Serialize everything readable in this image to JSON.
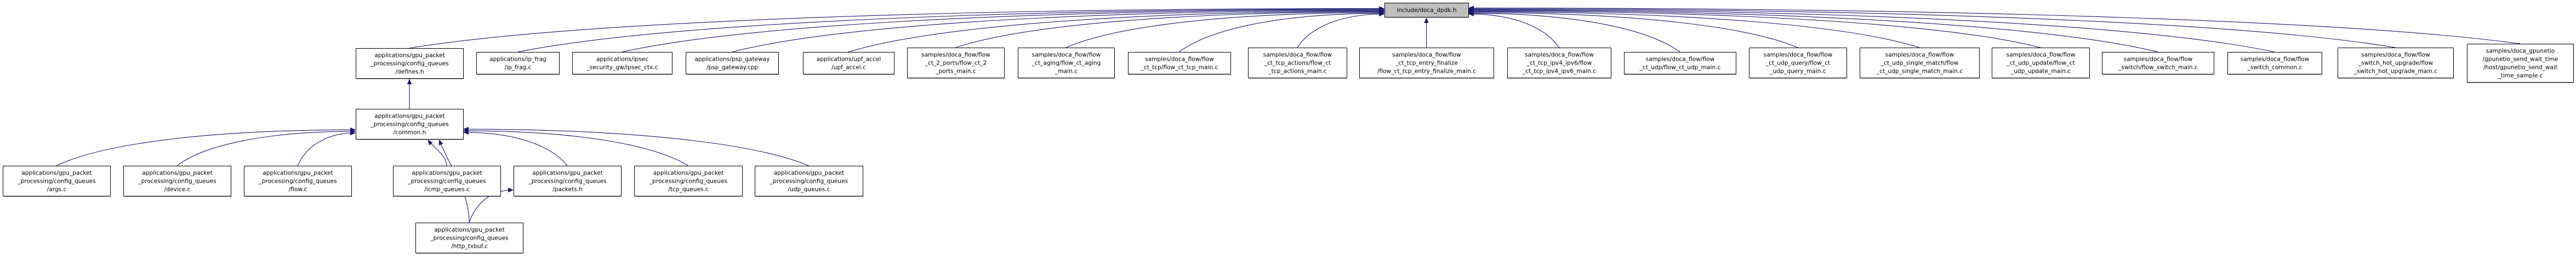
{
  "graph": {
    "edge_color": "#191970",
    "main_fill": "#bfbfbf",
    "nodes": [
      {
        "id": "main",
        "lines": [
          "include/doca_dpdk.h"
        ],
        "main": true
      },
      {
        "id": "defines",
        "lines": [
          "applications/gpu_packet",
          "_processing/config_queues",
          "/defines.h"
        ]
      },
      {
        "id": "ip_frag",
        "lines": [
          "applications/ip_frag",
          "/ip_frag.c"
        ]
      },
      {
        "id": "ipsec",
        "lines": [
          "applications/ipsec",
          "_security_gw/ipsec_ctx.c"
        ]
      },
      {
        "id": "psp",
        "lines": [
          "applications/psp_gateway",
          "/psp_gateway.cpp"
        ]
      },
      {
        "id": "upf",
        "lines": [
          "applications/upf_accel",
          "/upf_accel.c"
        ]
      },
      {
        "id": "ct_2_ports",
        "lines": [
          "samples/doca_flow/flow",
          "_ct_2_ports/flow_ct_2",
          "_ports_main.c"
        ]
      },
      {
        "id": "ct_aging",
        "lines": [
          "samples/doca_flow/flow",
          "_ct_aging/flow_ct_aging",
          "_main.c"
        ]
      },
      {
        "id": "ct_tcp",
        "lines": [
          "samples/doca_flow/flow",
          "_ct_tcp/flow_ct_tcp_main.c"
        ]
      },
      {
        "id": "tcp_actions",
        "lines": [
          "samples/doca_flow/flow",
          "_ct_tcp_actions/flow_ct",
          "_tcp_actions_main.c"
        ]
      },
      {
        "id": "entry_finalize",
        "lines": [
          "samples/doca_flow/flow",
          "_ct_tcp_entry_finalize",
          "/flow_ct_tcp_entry_finalize_main.c"
        ]
      },
      {
        "id": "ipv4_ipv6",
        "lines": [
          "samples/doca_flow/flow",
          "_ct_tcp_ipv4_ipv6/flow",
          "_ct_tcp_ipv4_ipv6_main.c"
        ]
      },
      {
        "id": "ct_udp",
        "lines": [
          "samples/doca_flow/flow",
          "_ct_udp/flow_ct_udp_main.c"
        ]
      },
      {
        "id": "udp_query",
        "lines": [
          "samples/doca_flow/flow",
          "_ct_udp_query/flow_ct",
          "_udp_query_main.c"
        ]
      },
      {
        "id": "single_match",
        "lines": [
          "samples/doca_flow/flow",
          "_ct_udp_single_match/flow",
          "_ct_udp_single_match_main.c"
        ]
      },
      {
        "id": "udp_update",
        "lines": [
          "samples/doca_flow/flow",
          "_ct_udp_update/flow_ct",
          "_udp_update_main.c"
        ]
      },
      {
        "id": "switch_main",
        "lines": [
          "samples/doca_flow/flow",
          "_switch/flow_switch_main.c"
        ]
      },
      {
        "id": "switch_common",
        "lines": [
          "samples/doca_flow/flow",
          "_switch_common.c"
        ]
      },
      {
        "id": "hot_upgrade",
        "lines": [
          "samples/doca_flow/flow",
          "_switch_hot_upgrade/flow",
          "_switch_hot_upgrade_main.c"
        ]
      },
      {
        "id": "gpunetio",
        "lines": [
          "samples/doca_gpunetio",
          "/gpunetio_send_wait_time",
          "/host/gpunetio_send_wait",
          "_time_sample.c"
        ]
      },
      {
        "id": "common",
        "lines": [
          "applications/gpu_packet",
          "_processing/config_queues",
          "/common.h"
        ]
      },
      {
        "id": "args",
        "lines": [
          "applications/gpu_packet",
          "_processing/config_queues",
          "/args.c"
        ]
      },
      {
        "id": "device",
        "lines": [
          "applications/gpu_packet",
          "_processing/config_queues",
          "/device.c"
        ]
      },
      {
        "id": "flow",
        "lines": [
          "applications/gpu_packet",
          "_processing/config_queues",
          "/flow.c"
        ]
      },
      {
        "id": "icmp",
        "lines": [
          "applications/gpu_packet",
          "_processing/config_queues",
          "/icmp_queues.c"
        ]
      },
      {
        "id": "packets",
        "lines": [
          "applications/gpu_packet",
          "_processing/config_queues",
          "/packets.h"
        ]
      },
      {
        "id": "tcp",
        "lines": [
          "applications/gpu_packet",
          "_processing/config_queues",
          "/tcp_queues.c"
        ]
      },
      {
        "id": "udp",
        "lines": [
          "applications/gpu_packet",
          "_processing/config_queues",
          "/udp_queues.c"
        ]
      },
      {
        "id": "http",
        "lines": [
          "applications/gpu_packet",
          "_processing/config_queues",
          "/http_txbuf.c"
        ]
      }
    ],
    "edges": [
      [
        "defines",
        "main"
      ],
      [
        "ip_frag",
        "main"
      ],
      [
        "ipsec",
        "main"
      ],
      [
        "psp",
        "main"
      ],
      [
        "upf",
        "main"
      ],
      [
        "ct_2_ports",
        "main"
      ],
      [
        "ct_aging",
        "main"
      ],
      [
        "ct_tcp",
        "main"
      ],
      [
        "tcp_actions",
        "main"
      ],
      [
        "entry_finalize",
        "main"
      ],
      [
        "ipv4_ipv6",
        "main"
      ],
      [
        "ct_udp",
        "main"
      ],
      [
        "udp_query",
        "main"
      ],
      [
        "single_match",
        "main"
      ],
      [
        "udp_update",
        "main"
      ],
      [
        "switch_main",
        "main"
      ],
      [
        "switch_common",
        "main"
      ],
      [
        "hot_upgrade",
        "main"
      ],
      [
        "gpunetio",
        "main"
      ],
      [
        "common",
        "defines"
      ],
      [
        "args",
        "common"
      ],
      [
        "device",
        "common"
      ],
      [
        "flow",
        "common"
      ],
      [
        "icmp",
        "common"
      ],
      [
        "packets",
        "common"
      ],
      [
        "tcp",
        "common"
      ],
      [
        "udp",
        "common"
      ],
      [
        "http",
        "common"
      ],
      [
        "http",
        "packets"
      ]
    ]
  }
}
